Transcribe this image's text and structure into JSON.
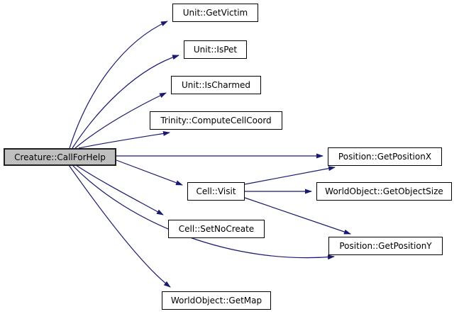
{
  "graph": {
    "type": "call-graph",
    "colors": {
      "edge": "#191970",
      "node_background": "#ffffff",
      "node_border": "#000000",
      "main_node_background": "#bfbfbf",
      "text": "#000000"
    },
    "nodes": [
      {
        "id": "main",
        "label": "Creature::CallForHelp",
        "role": "root"
      },
      {
        "id": "getvictim",
        "label": "Unit::GetVictim",
        "role": "callee"
      },
      {
        "id": "ispet",
        "label": "Unit::IsPet",
        "role": "callee"
      },
      {
        "id": "ischarmed",
        "label": "Unit::IsCharmed",
        "role": "callee"
      },
      {
        "id": "computecell",
        "label": "Trinity::ComputeCellCoord",
        "role": "callee"
      },
      {
        "id": "getposx",
        "label": "Position::GetPositionX",
        "role": "callee"
      },
      {
        "id": "cellvisit",
        "label": "Cell::Visit",
        "role": "callee"
      },
      {
        "id": "getobjectsize",
        "label": "WorldObject::GetObjectSize",
        "role": "callee"
      },
      {
        "id": "setnocreate",
        "label": "Cell::SetNoCreate",
        "role": "callee"
      },
      {
        "id": "getposy",
        "label": "Position::GetPositionY",
        "role": "callee"
      },
      {
        "id": "getmap",
        "label": "WorldObject::GetMap",
        "role": "callee"
      }
    ],
    "edges": [
      {
        "from": "Creature::CallForHelp",
        "to": "Unit::GetVictim"
      },
      {
        "from": "Creature::CallForHelp",
        "to": "Unit::IsPet"
      },
      {
        "from": "Creature::CallForHelp",
        "to": "Unit::IsCharmed"
      },
      {
        "from": "Creature::CallForHelp",
        "to": "Trinity::ComputeCellCoord"
      },
      {
        "from": "Creature::CallForHelp",
        "to": "Position::GetPositionX"
      },
      {
        "from": "Creature::CallForHelp",
        "to": "Cell::Visit"
      },
      {
        "from": "Creature::CallForHelp",
        "to": "Cell::SetNoCreate"
      },
      {
        "from": "Creature::CallForHelp",
        "to": "Position::GetPositionY"
      },
      {
        "from": "Creature::CallForHelp",
        "to": "WorldObject::GetMap"
      },
      {
        "from": "Cell::Visit",
        "to": "Position::GetPositionX"
      },
      {
        "from": "Cell::Visit",
        "to": "WorldObject::GetObjectSize"
      },
      {
        "from": "Cell::Visit",
        "to": "Position::GetPositionY"
      }
    ]
  }
}
